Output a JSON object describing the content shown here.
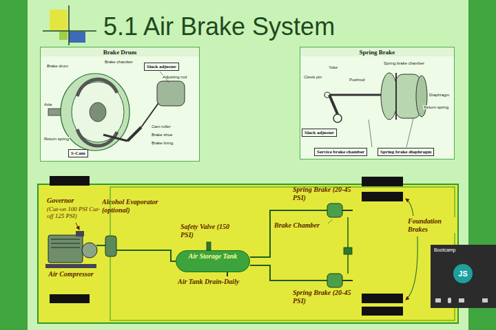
{
  "diagram": {
    "title": "5.1 Air Brake System",
    "nodes": [
      {
        "text": [
          "Brake Drum"
        ]
      },
      {
        "text": [
          "S-Cam"
        ],
        "in": 0
      },
      {
        "text": [
          "Slack adjuster"
        ],
        "in": 0
      },
      {
        "text": [
          "Spring Brake"
        ]
      },
      {
        "text": [
          "Slack adjuster"
        ],
        "in": 3
      },
      {
        "text": [
          "Service brake chamber"
        ],
        "in": 3
      },
      {
        "text": [
          "Spring brake diaphragm"
        ],
        "in": 3
      },
      {
        "text": [
          "Air Compressor"
        ]
      },
      {
        "text": [
          "Alcohol Evaporator (optional)"
        ]
      },
      {
        "text": [
          "Air Storage Tank"
        ]
      },
      {
        "text": [
          "Spring Brake (20-45 PSI)"
        ]
      },
      {
        "text": [
          "Spring Brake (20-45 PSI)"
        ]
      },
      {
        "text": [
          "Bootcamp",
          "JS"
        ]
      }
    ],
    "edges": [
      {
        "from": 7,
        "to": 8,
        "arrow": "none"
      },
      {
        "from": 8,
        "to": 9,
        "arrow": "none"
      },
      {
        "from": 9,
        "to": 10,
        "arrow": "none"
      },
      {
        "from": 9,
        "to": 11,
        "arrow": "none"
      }
    ],
    "labels": [
      "Brake drum",
      "Brake chamber",
      "Adjusting rod",
      "Axle",
      "Return spring",
      "Cam roller",
      "Brake shoe",
      "Brake lining",
      "Clevis pin",
      "Yoke",
      "Pushrod",
      "Spring brake chamber",
      "Return spring",
      "Diaphragm",
      "Governor",
      "(Cut-on 100 PSI Cut-off 125 PSI)",
      "Safety Valve (150 PSI)",
      "Air Tank Drain-Daily",
      "Brake Chamber",
      "Foundation Brakes"
    ]
  }
}
